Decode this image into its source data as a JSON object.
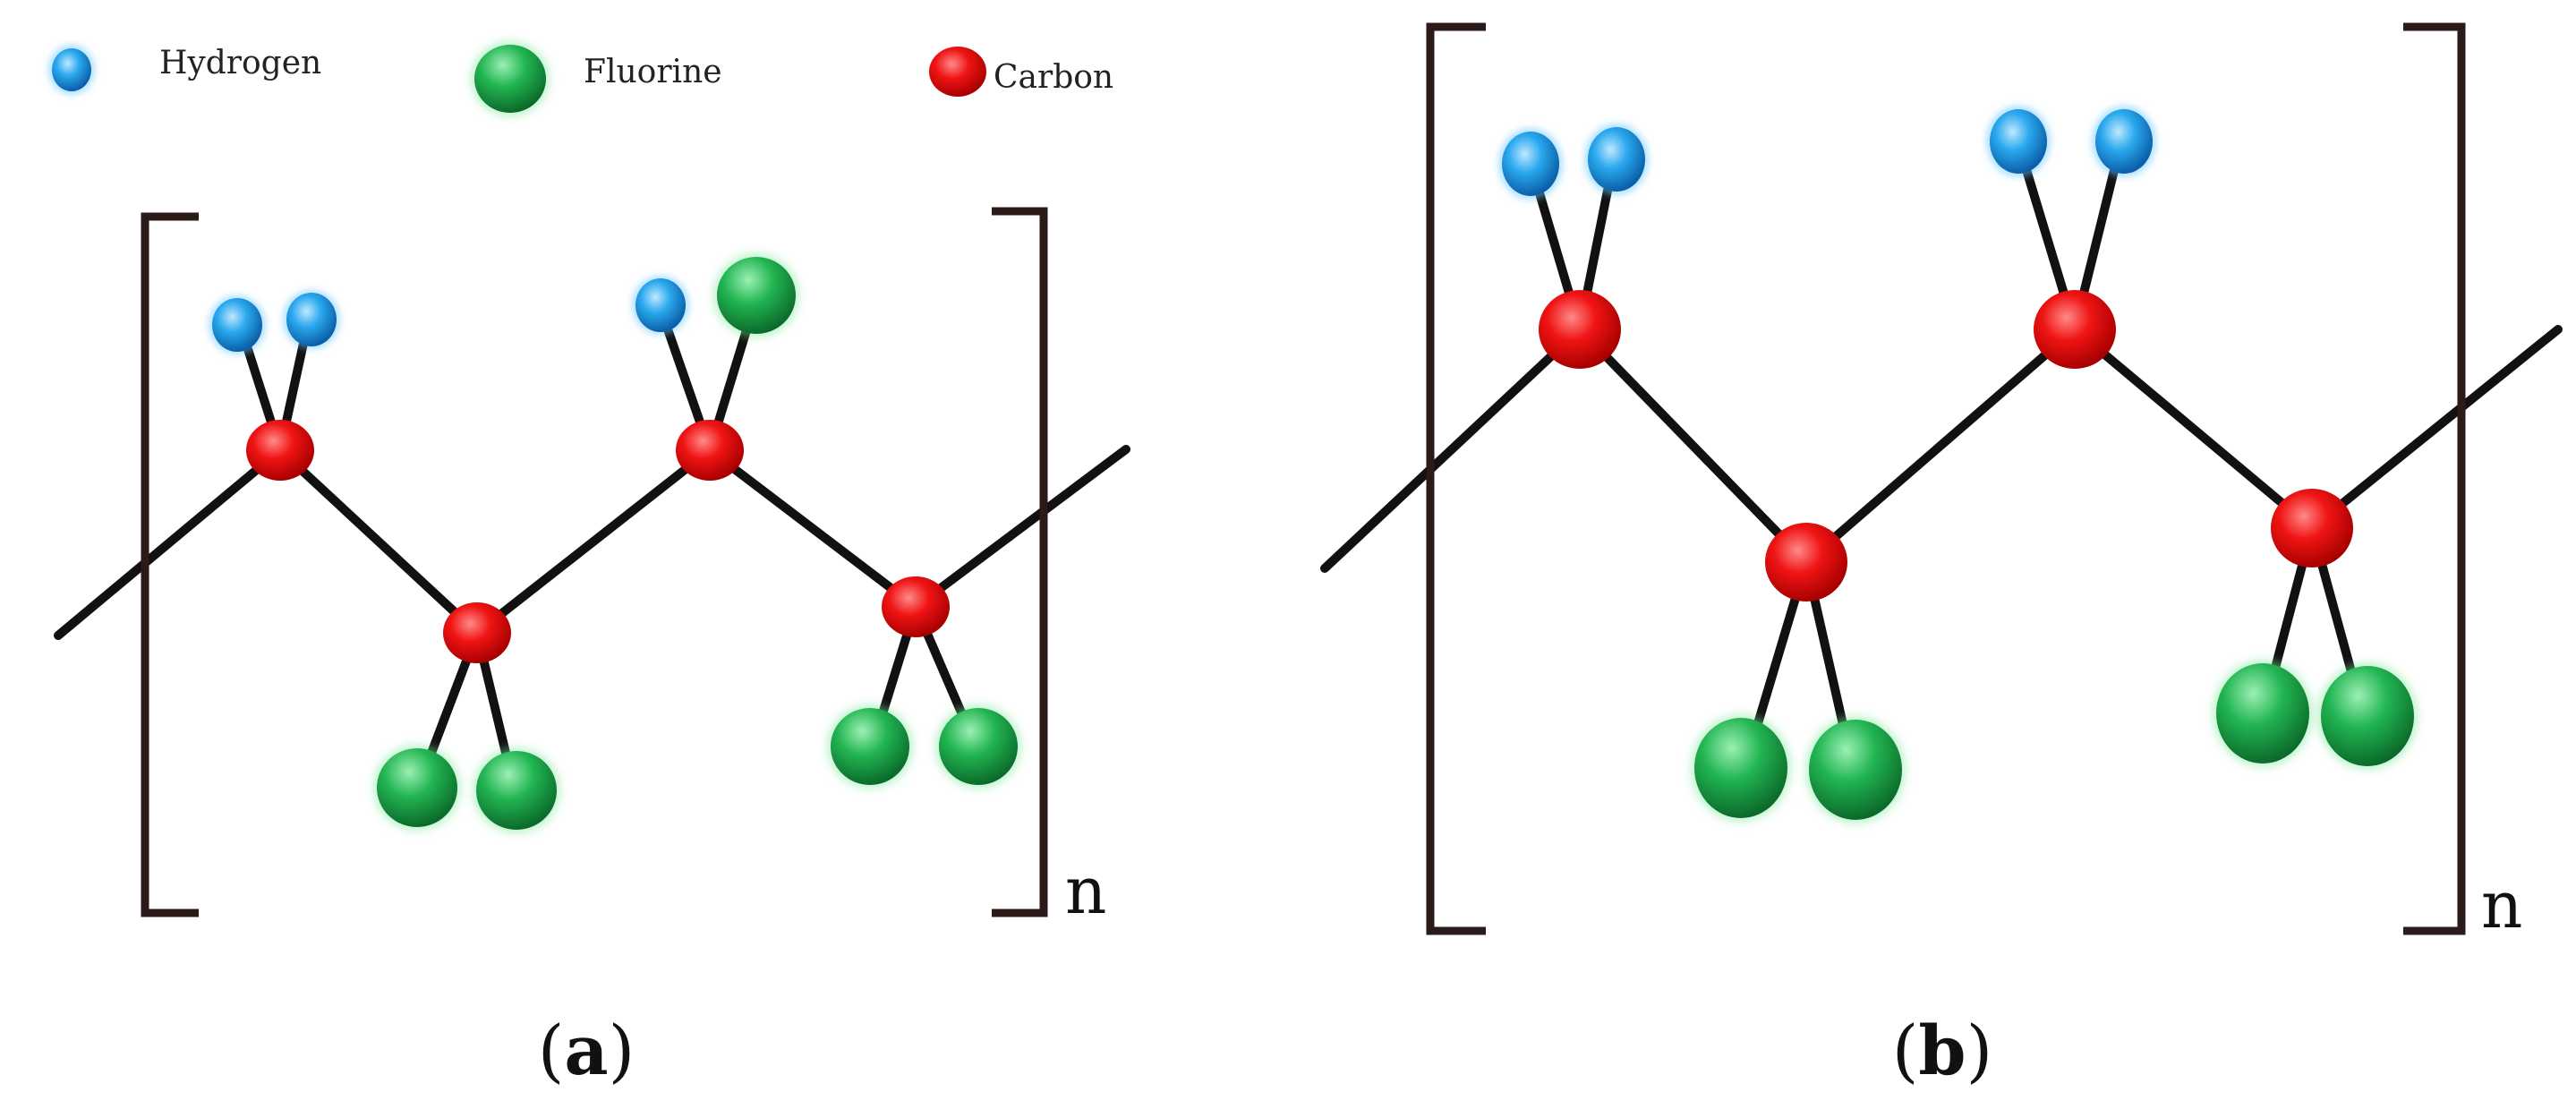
{
  "legend": {
    "hydrogen_label": "Hydrogen",
    "fluorine_label": "Fluorine",
    "carbon_label": "Carbon"
  },
  "colors": {
    "hydrogen": "#1ea0e6",
    "fluorine": "#1fae4b",
    "carbon": "#ee1111",
    "bond": "#111111",
    "bracket": "#2b1a1a"
  },
  "panel_a": {
    "open": "(",
    "letter": "a",
    "close": ")",
    "subscript": "n"
  },
  "panel_b": {
    "open": "(",
    "letter": "b",
    "close": ")",
    "subscript": "n"
  }
}
